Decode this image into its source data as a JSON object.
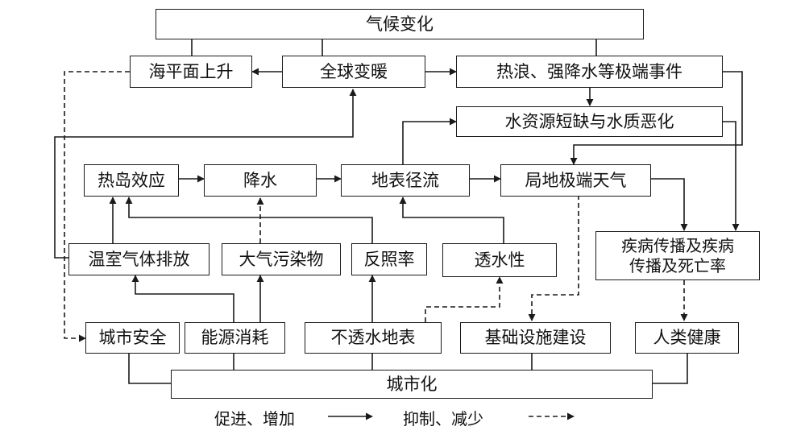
{
  "nodes": {
    "climate_change": "气候变化",
    "sea_level_rise": "海平面上升",
    "global_warming": "全球变暖",
    "extreme_events": "热浪、强降水等极端事件",
    "water_shortage": "水资源短缺与水质恶化",
    "heat_island": "热岛效应",
    "precipitation": "降水",
    "surface_runoff": "地表径流",
    "local_extreme_weather": "局地极端天气",
    "ghg_emission": "温室气体排放",
    "air_pollutants": "大气污染物",
    "albedo": "反照率",
    "permeability": "透水性",
    "disease_spread": "疾病传播及疾病\n传播及死亡率",
    "urban_safety": "城市安全",
    "energy_consumption": "能源消耗",
    "impervious_surface": "不透水地表",
    "infrastructure": "基础设施建设",
    "human_health": "人类健康",
    "urbanization": "城市化"
  },
  "legend": {
    "promote_label": "促进、增加",
    "inhibit_label": "抑制、减少"
  },
  "colors": {
    "line": "#1a1a1a",
    "background": "#ffffff"
  }
}
